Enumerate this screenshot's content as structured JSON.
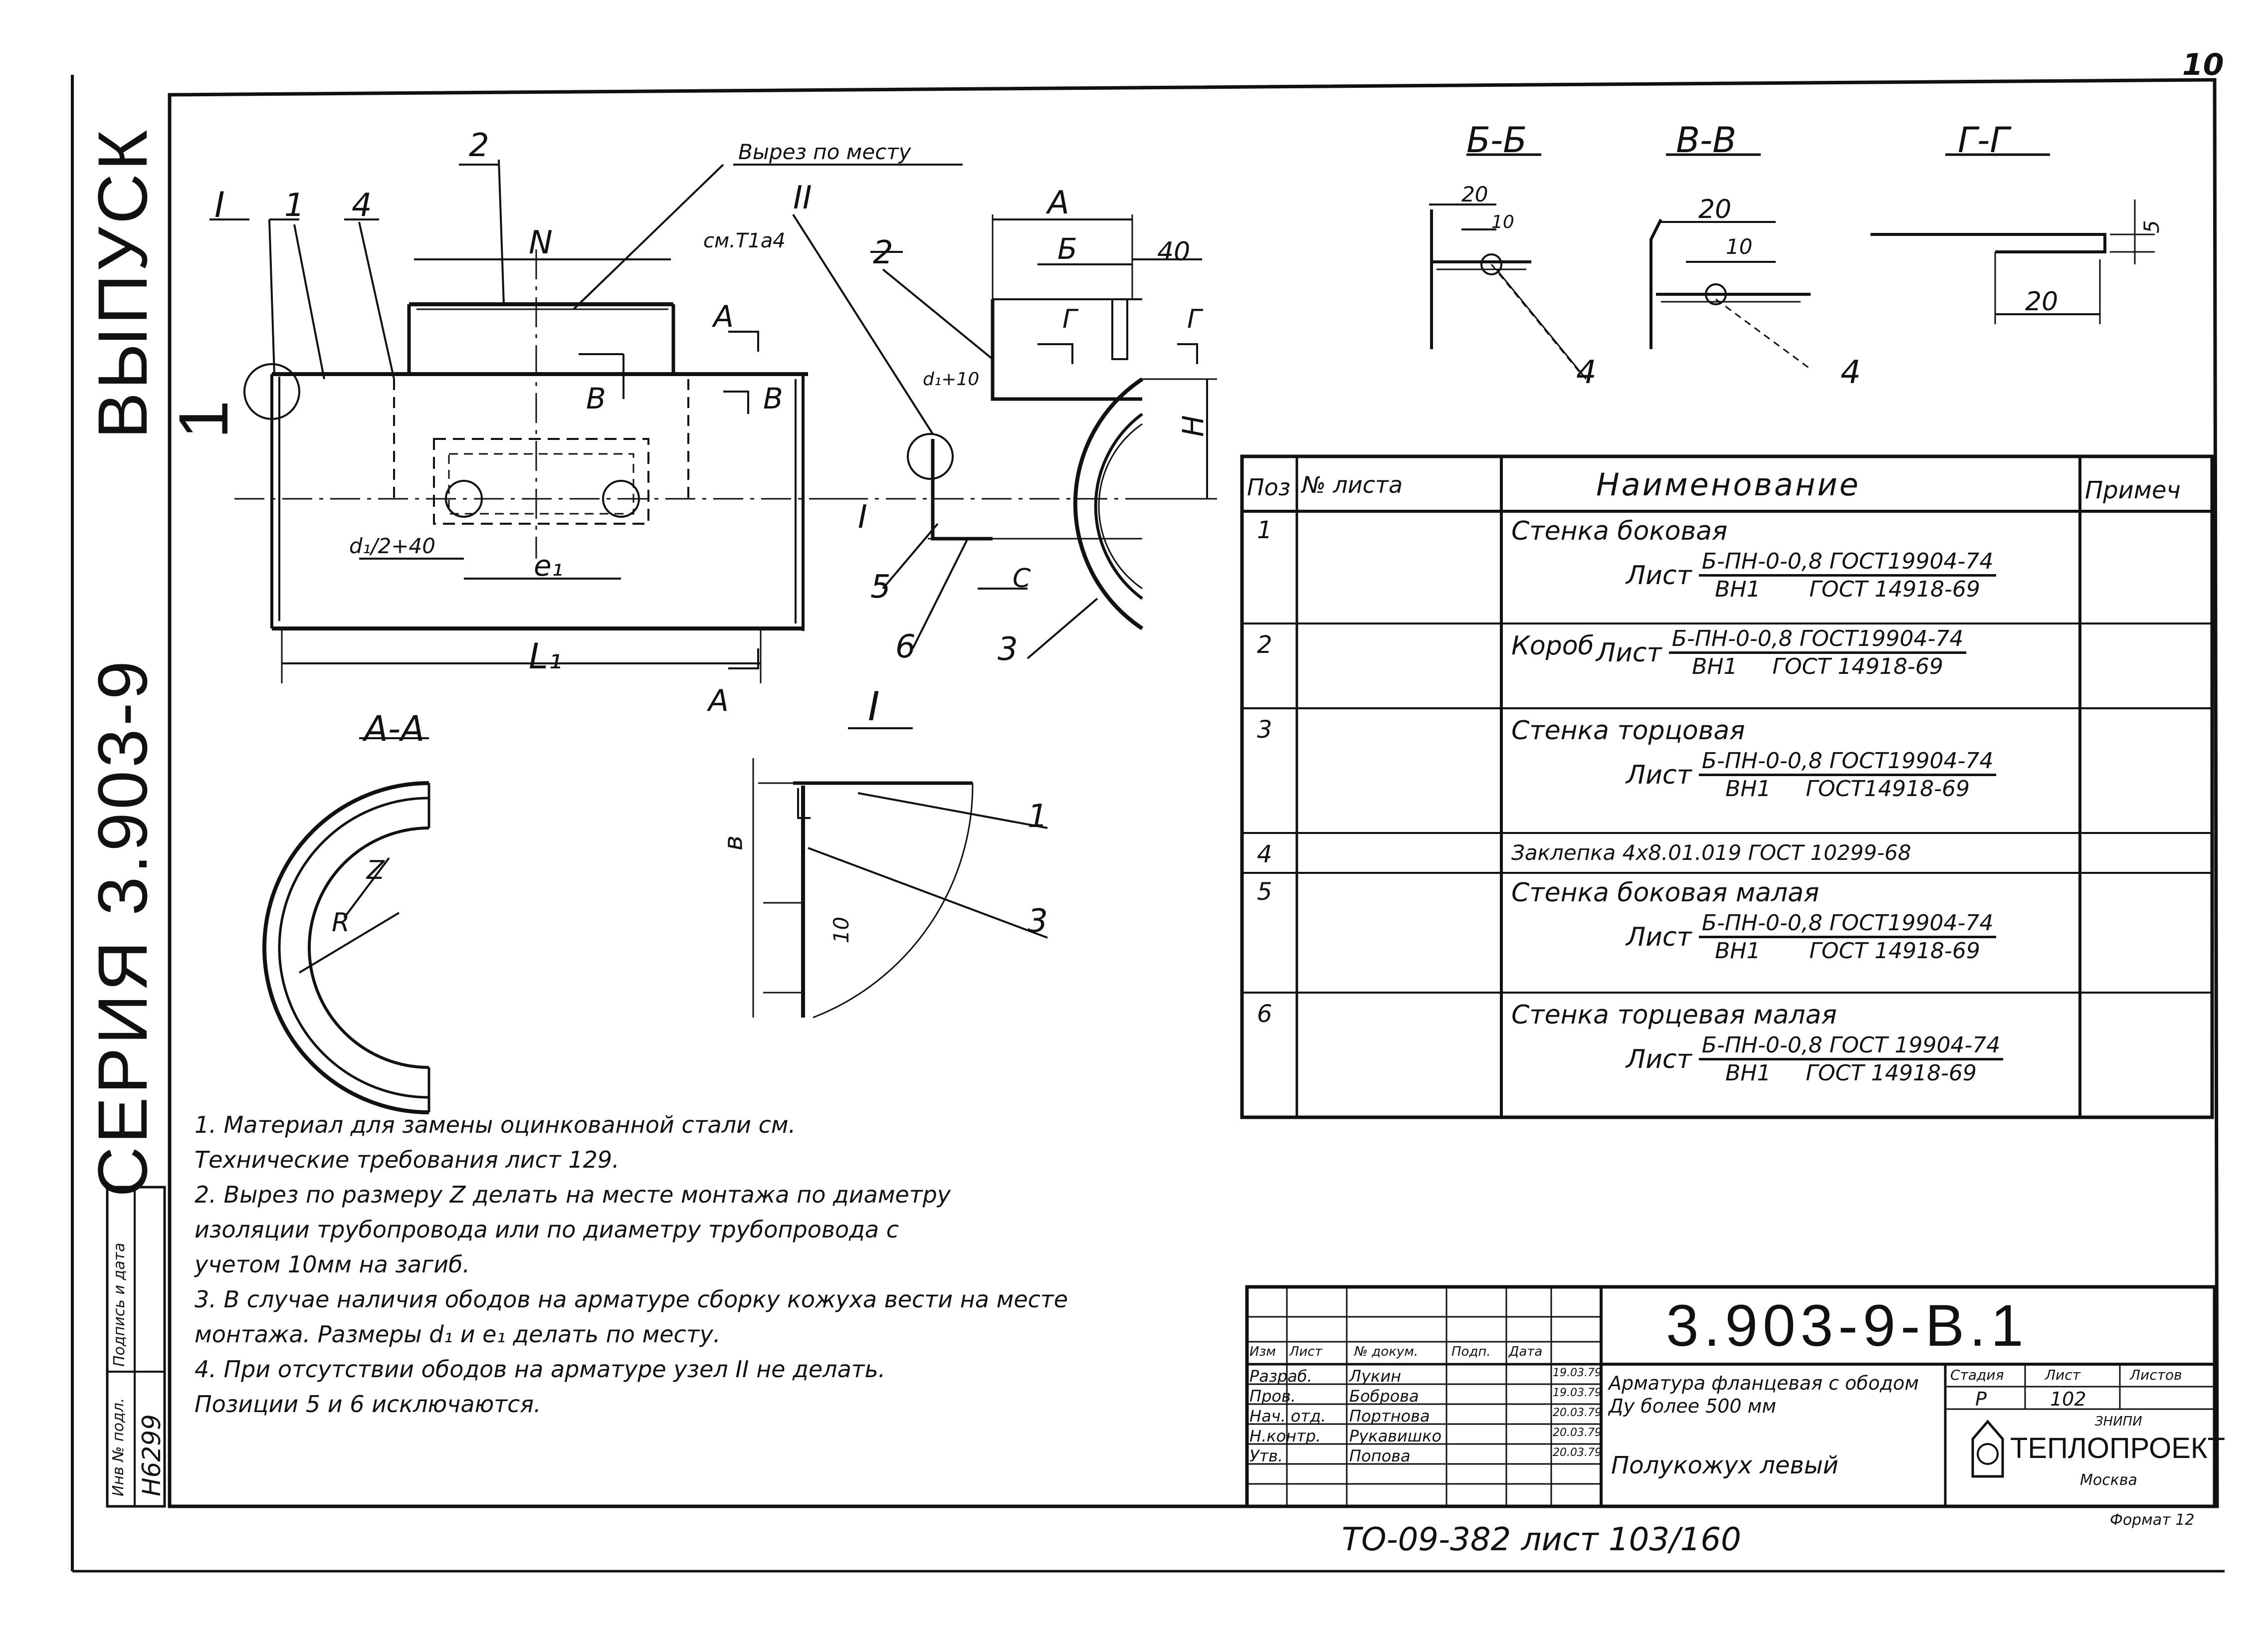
{
  "page_number": "10",
  "side_strip": {
    "series": "СЕРИЯ  3.903-9",
    "issue": "ВЫПУСК 1"
  },
  "left_stamp": {
    "inv_label": "Инв № подл.",
    "sign_label": "Подпись и дата",
    "inv_value": "Н6299"
  },
  "drawing": {
    "labels": {
      "I": "I",
      "II": "II",
      "p1": "1",
      "p2": "2",
      "p4": "4",
      "p3": "3",
      "p5": "5",
      "p6": "6",
      "cutout": "Вырез по месту",
      "N": "N",
      "A_dim": "А",
      "B_dim": "Б",
      "dim40": "40",
      "H": "Н",
      "C": "С",
      "G": "Г",
      "B_sec": "В",
      "A_sec": "А",
      "see": "см.Т1а4",
      "d1_40": "d₁/2+40",
      "e1": "e₁",
      "L1": "L₁",
      "d1_10": "d₁+10",
      "AA": "А-А",
      "I_title": "I",
      "Z": "Z",
      "R": "R",
      "b": "в",
      "ten": "10",
      "BB": "Б-Б",
      "VV": "В-В",
      "GG": "Г-Г",
      "d20": "20",
      "d10": "10",
      "d5": "5"
    }
  },
  "spec_table": {
    "headers": {
      "pos": "Поз",
      "sheet": "№ листа",
      "name": "Наименование",
      "note": "Примеч"
    },
    "rows": [
      {
        "pos": "1",
        "name": "Стенка боковая",
        "prefix": "Лист",
        "num": "Б-ПН-0-0,8 ГОСТ19904-74",
        "den": "ВН1       ГОСТ 14918-69"
      },
      {
        "pos": "2",
        "name": "Короб",
        "prefix": "Лист",
        "num": "Б-ПН-0-0,8 ГОСТ19904-74",
        "den": "ВН1     ГОСТ 14918-69"
      },
      {
        "pos": "3",
        "name": "Стенка торцовая",
        "prefix": "Лист",
        "num": "Б-ПН-0-0,8 ГОСТ19904-74",
        "den": "ВН1     ГОСТ14918-69"
      },
      {
        "pos": "4",
        "name": "Заклепка 4х8.01.019 ГОСТ 10299-68",
        "prefix": "",
        "num": "",
        "den": ""
      },
      {
        "pos": "5",
        "name": "Стенка боковая малая",
        "prefix": "Лист",
        "num": "Б-ПН-0-0,8 ГОСТ19904-74",
        "den": "ВН1       ГОСТ 14918-69"
      },
      {
        "pos": "6",
        "name": "Стенка торцевая малая",
        "prefix": "Лист",
        "num": "Б-ПН-0-0,8 ГОСТ 19904-74",
        "den": "ВН1     ГОСТ 14918-69"
      }
    ]
  },
  "notes": [
    "1. Материал для замены оцинкованной стали см.",
    "   Технические требования лист 129.",
    "2. Вырез по размеру Z делать на месте монтажа по диаметру",
    "   изоляции трубопровода или по диаметру трубопровода с",
    "   учетом 10мм на загиб.",
    "3. В случае наличия ободов на арматуре сборку кожуха вести на месте",
    "   монтажа. Размеры d₁ и e₁ делать по месту.",
    "4. При отсутствии ободов на арматуре узел II не делать.",
    "   Позиции  5 и 6 исключаются."
  ],
  "title_block": {
    "code": "3.903-9-В.1",
    "description": "Арматура фланцевая с ободом Ду более 500 мм",
    "title": "Полукожух левый",
    "stage_label": "Стадия",
    "sheet_label": "Лист",
    "sheets_label": "Листов",
    "stage": "Р",
    "sheet": "102",
    "org": "ТЕПЛОПРОЕКТ",
    "org_sub": "Москва",
    "zone": "ЗНИПИ",
    "col_headers": [
      "Изм",
      "Лист",
      "№ докум.",
      "Подп.",
      "Дата"
    ],
    "roles": [
      "Разраб.",
      "Пров.",
      "Нач. отд.",
      "Н.контр.",
      "Утв."
    ],
    "names": [
      "Лукин",
      "Боброва",
      "Портнова",
      "Рукавишко",
      "Попова"
    ],
    "dates": [
      "19.03.79",
      "19.03.79",
      "20.03.79",
      "20.03.79",
      "20.03.79"
    ],
    "format": "Формат 12"
  },
  "footer": {
    "text": "ТО-09-382  лист  103/160"
  }
}
